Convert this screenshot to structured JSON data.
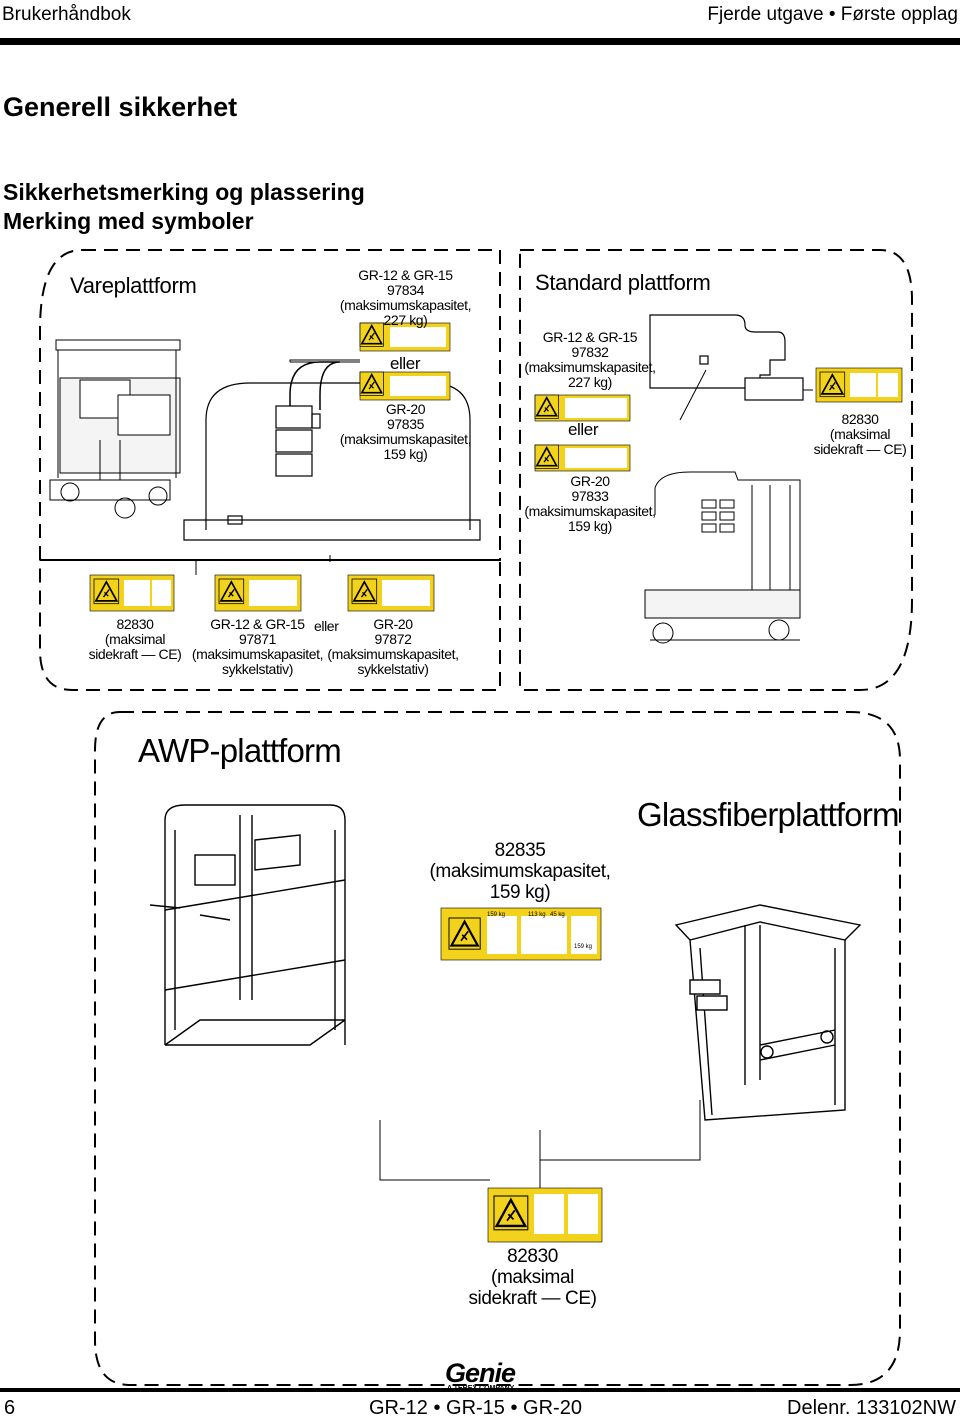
{
  "header": {
    "left": "Brukerhåndbok",
    "right": "Fjerde utgave • Første opplag"
  },
  "title": "Generell  sikkerhet",
  "subtitle_line1": "Sikkerhetsmerking og plassering",
  "subtitle_line2": "Merking med symboler",
  "sections": {
    "vareplattform": {
      "title": "Vareplattform",
      "upper_label": [
        "GR-12 & GR-15",
        "97834",
        "(maksimumskapasitet,",
        "227 kg)"
      ],
      "or": "eller",
      "lower_label": [
        "GR-20",
        "97835",
        "(maksimumskapasitet,",
        "159 kg)"
      ]
    },
    "standard": {
      "title": "Standard plattform",
      "upper_label": [
        "GR-12 & GR-15",
        "97832",
        "(maksimumskapasitet,",
        "227 kg)"
      ],
      "or": "eller",
      "lower_label": [
        "GR-20",
        "97833",
        "(maksimumskapasitet,",
        "159 kg)"
      ],
      "side_label": [
        "82830",
        "(maksimal",
        "sidekraft — CE)"
      ]
    },
    "bottom_row": {
      "left_label": [
        "82830",
        "(maksimal",
        "sidekraft — CE)"
      ],
      "mid_label": [
        "GR-12 & GR-15",
        "97871",
        "(maksimumskapasitet,",
        "sykkelstativ)"
      ],
      "or": "eller",
      "right_label": [
        "GR-20",
        "97872",
        "(maksimumskapasitet,",
        "sykkelstativ)"
      ]
    },
    "awp": {
      "title": "AWP-plattform",
      "label": [
        "82835",
        "(maksimumskapasitet,",
        "159 kg)"
      ],
      "decal_values": [
        "159 kg",
        "113 kg",
        "45 kg",
        "159 kg"
      ]
    },
    "glassfiber": {
      "title": "Glassfiberplattform",
      "label": [
        "82830",
        "(maksimal",
        "sidekraft — CE)"
      ]
    }
  },
  "logo": {
    "word": "Genie",
    "sub": "A TEREX COMPANY"
  },
  "footer": {
    "page": "6",
    "models": "GR-12 • GR-15 • GR-20",
    "part": "Delenr.  133102NW"
  },
  "colors": {
    "decal_yellow": "#f2d21a",
    "text": "#000000",
    "line": "#000000"
  }
}
